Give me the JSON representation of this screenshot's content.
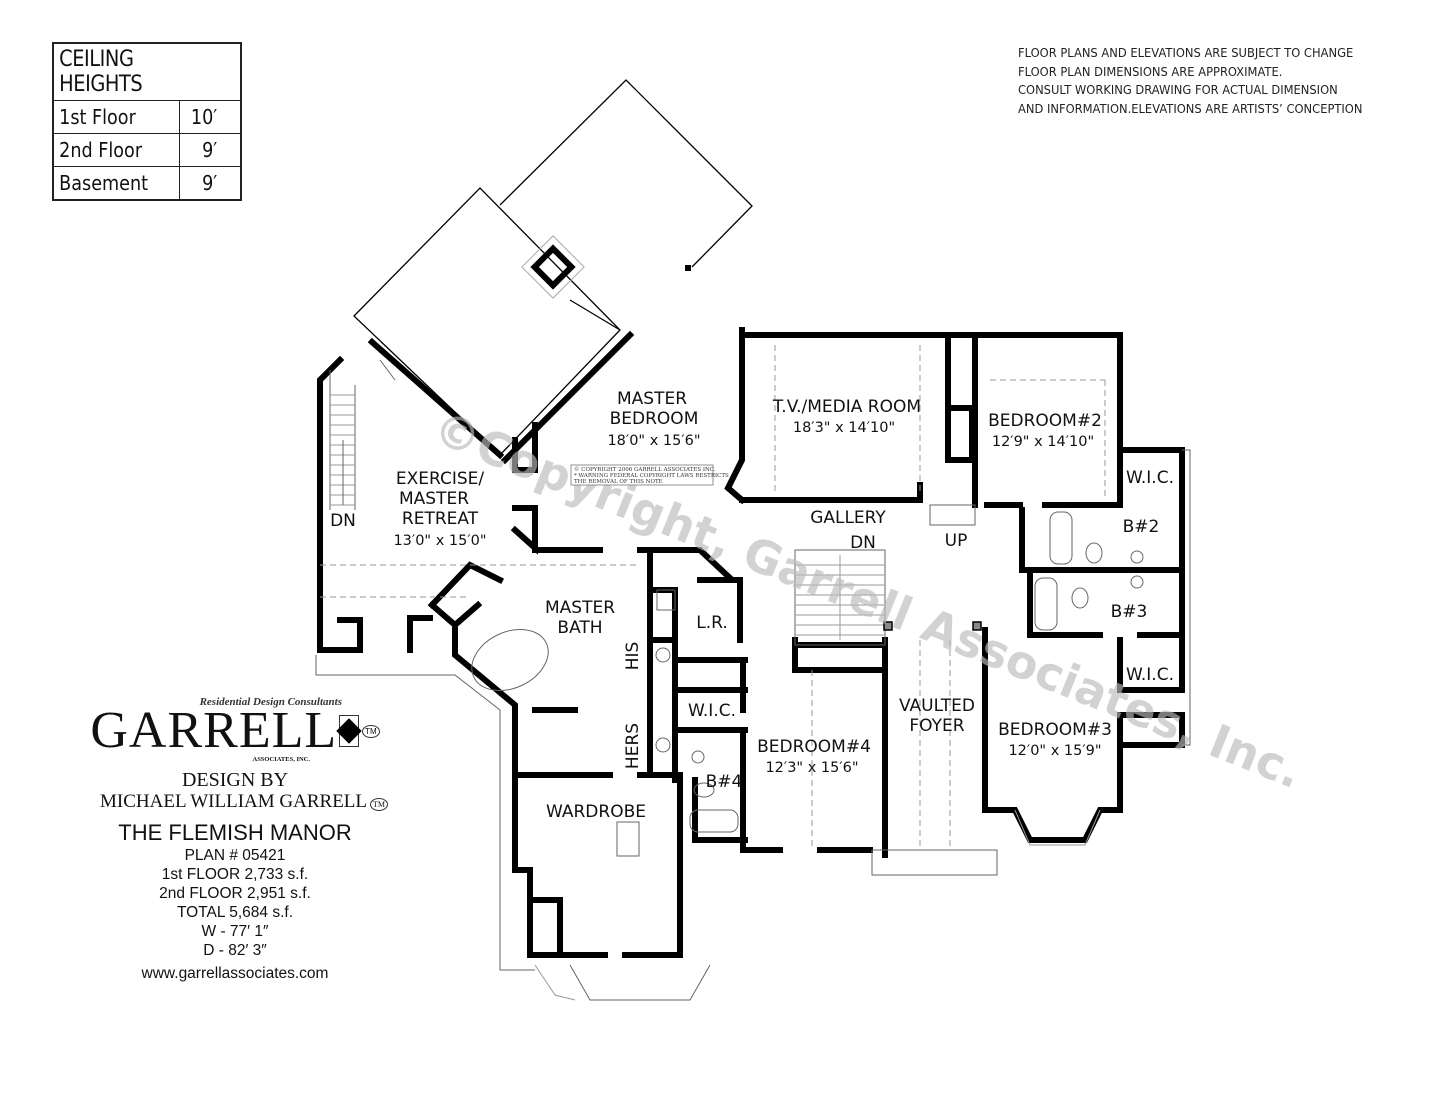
{
  "ceiling_heights": {
    "title": "CEILING HEIGHTS",
    "rows": [
      {
        "floor": "1st Floor",
        "height": "10′"
      },
      {
        "floor": "2nd Floor",
        "height": "9′"
      },
      {
        "floor": "Basement",
        "height": "9′"
      }
    ]
  },
  "disclaimer": [
    "FLOOR PLANS AND ELEVATIONS ARE SUBJECT TO CHANGE",
    "FLOOR PLAN DIMENSIONS ARE APPROXIMATE.",
    "CONSULT WORKING DRAWING FOR ACTUAL DIMENSION",
    "AND INFORMATION.ELEVATIONS ARE ARTISTS’ CONCEPTION"
  ],
  "brand": {
    "tagline": "Residential Design Consultants",
    "wordmark": "GARRELL",
    "trademark": "TM",
    "associates": "ASSOCIATES, INC.",
    "design_by": "DESIGN BY",
    "designer": "MICHAEL WILLIAM GARRELL",
    "designer_tm": "TM",
    "plan_name": "THE FLEMISH MANOR",
    "plan_number": "PLAN # 05421",
    "first_floor": "1st FLOOR  2,733 s.f.",
    "second_floor": "2nd FLOOR  2,951 s.f.",
    "total": "TOTAL  5,684 s.f.",
    "width": "W - 77′  1″",
    "depth": "D - 82′  3″",
    "website": "www.garrellassociates.com"
  },
  "watermark": "©Copyright, Garrell Associates, Inc.",
  "copyright_note": [
    "© COPYRIGHT 2006 GARRELL ASSOCIATES INC.",
    "* WARNING FEDERAL COPYRIGHT LAWS RESTRICTS",
    "THE REMOVAL OF THIS NOTE"
  ],
  "rooms": {
    "master_bedroom": {
      "name1": "MASTER",
      "name2": "BEDROOM",
      "dims": "18′0\" x 15′6\""
    },
    "tv_media": {
      "name": "T.V./MEDIA  ROOM",
      "dims": "18′3\" x 14′10\""
    },
    "bedroom2": {
      "name": "BEDROOM#2",
      "dims": "12′9\" x 14′10\""
    },
    "exercise": {
      "name1": "EXERCISE/",
      "name2": "MASTER",
      "name3": "RETREAT",
      "dims": "13′0\" x 15′0\""
    },
    "master_bath": {
      "name1": "MASTER",
      "name2": "BATH"
    },
    "lr": {
      "name": "L.R."
    },
    "his": {
      "name": "HIS"
    },
    "hers": {
      "name": "HERS"
    },
    "wic_master": {
      "name": "W.I.C."
    },
    "bedroom4": {
      "name": "BEDROOM#4",
      "dims": "12′3\" x 15′6\""
    },
    "b4": {
      "name": "B#4"
    },
    "vaulted_foyer": {
      "name1": "VAULTED",
      "name2": "FOYER"
    },
    "bedroom3": {
      "name": "BEDROOM#3",
      "dims": "12′0\" x 15′9\""
    },
    "wic2": {
      "name": "W.I.C."
    },
    "b2": {
      "name": "B#2"
    },
    "b3": {
      "name": "B#3"
    },
    "wic3": {
      "name": "W.I.C."
    },
    "wardrobe": {
      "name": "WARDROBE"
    },
    "gallery": {
      "name": "GALLERY"
    }
  },
  "stairs": {
    "left_dn": "DN",
    "gallery_dn": "DN",
    "gallery_up": "UP"
  }
}
